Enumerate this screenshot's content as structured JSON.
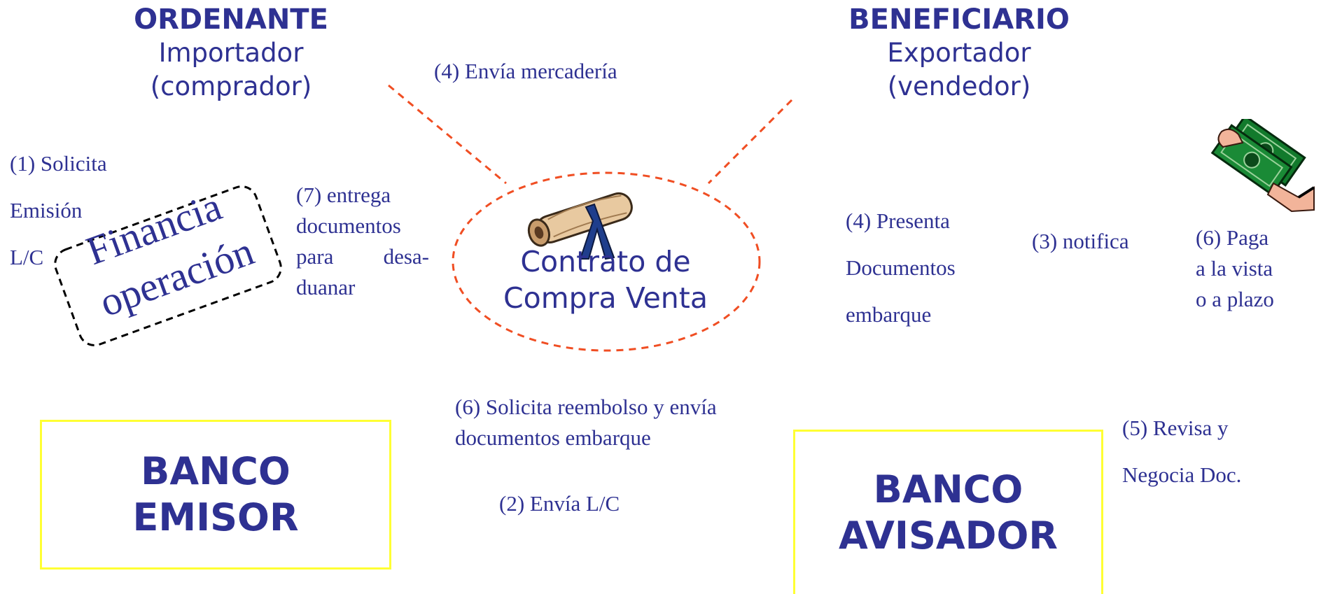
{
  "ordenante": {
    "title": "ORDENANTE",
    "line1": "Importador",
    "line2": "(comprador)"
  },
  "beneficiario": {
    "title": "BENEFICIARIO",
    "line1": "Exportador",
    "line2": "(vendedor)"
  },
  "contract": {
    "line1": "Contrato de",
    "line2": "Compra Venta",
    "icon": "scroll-icon"
  },
  "financia": {
    "line1": "Financia",
    "line2": "operación"
  },
  "steps": {
    "s4_envia": "(4) Envía  mercadería",
    "s1_a": "(1) Solicita",
    "s1_b": "Emisión",
    "s1_c": "L/C",
    "s7_a": "(7) entrega",
    "s7_b": "documentos",
    "s7_c1": "para",
    "s7_c2": "desa-",
    "s7_d": "duanar",
    "s4_pres_a": "(4) Presenta",
    "s4_pres_b": "Documentos",
    "s4_pres_c": "embarque",
    "s3": "(3) notifica",
    "s6_paga_a": "(6) Paga",
    "s6_paga_b": "a la vista",
    "s6_paga_c": "o a plazo",
    "s6_sol_a": "(6) Solicita  reembolso y envía",
    "s6_sol_b": "documentos embarque",
    "s2": "(2) Envía L/C",
    "s5_a": "(5) Revisa y",
    "s5_b": "Negocia Doc."
  },
  "banks": {
    "emisor": {
      "line1": "BANCO",
      "line2": "EMISOR"
    },
    "avisador": {
      "line1": "BANCO",
      "line2": "AVISADOR"
    }
  },
  "icons": {
    "money": "money-hand-icon"
  },
  "colors": {
    "text": "#2e3192",
    "dashed_line": "#f04e23",
    "bank_border": "#ffff33"
  }
}
